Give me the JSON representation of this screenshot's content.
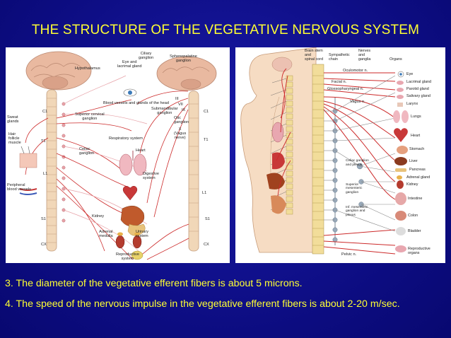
{
  "title": "THE STRUCTURE OF THE VEGETATIVE NERVOUS SYSTEM",
  "left_diagram": {
    "labels": {
      "hypothalamus": "Hypothalamus",
      "eye_lacrimal": "Eye and\nlacrimal gland",
      "ciliary": "Ciliary\nganglion",
      "spheno": "Sphenopalatine\nganglion",
      "iii": "III",
      "vii": "VII",
      "ix": "IX",
      "x": "X",
      "vessels_head": "Blood vessels and glands of the head",
      "submandibular": "Submandibular\nganglion",
      "otic": "Otic\nganglion",
      "vagus": "X\n(Vagus\nnerve)",
      "c1_left": "C1",
      "c1_right": "C1",
      "sweat": "Sweat\nglands",
      "superior_cervical": "Superior cervical\nganglion",
      "respiratory": "Respiratory system",
      "hair": "Hair\nfollicle\nmuscle",
      "t1_left": "T1",
      "t1_right": "T1",
      "heart": "Heart",
      "celiac": "Celiac\nganglion",
      "digestive": "Digestive\nsystem",
      "peripheral": "Peripheral\nblood vessels",
      "l1_left": "L1",
      "l1_right": "L1",
      "kidney": "Kidney",
      "s1_left": "S1",
      "s1_right": "S1",
      "adrenal": "Adrenal\nmedulla",
      "urinary": "Urinary\nsystem",
      "cx_left": "CX",
      "cx_right": "CX",
      "reproductive": "Reproductive\nsystem"
    }
  },
  "right_diagram": {
    "headers": {
      "brain_stem": "Brain stem\nand\nspinal cord",
      "sympathetic": "Sympathetic\nchain",
      "nerves": "Nerves\nand\nganglia",
      "organs": "Organs"
    },
    "nerve_labels": {
      "oculomotor": "Oculomotor n.",
      "facial": "Facial n.",
      "glosso": "Glossopharyngeal n.",
      "vagus": "Vagus n.",
      "celiac_plexus": "Celiac ganglion\nand plexus",
      "sup_mesenteric": "Superior\nmesenteric\nganglion",
      "inf_mesenteric": "Inf. mesenteric\nganglion and\nplexus",
      "pelvic": "Pelvic n."
    },
    "organs": [
      "Eye",
      "Lacrimal gland",
      "Parotid gland",
      "Salivary gland",
      "Larynx",
      "Lungs",
      "Heart",
      "Stomach",
      "Liver",
      "Pancreas",
      "Adrenal gland",
      "Kidney",
      "Intestine",
      "Colon",
      "Bladder",
      "Reproductive\norgans"
    ]
  },
  "facts": [
    "3. The diameter of the vegetative efferent fibers is about 5 microns.",
    "4. The speed of the nervous impulse in the vegetative efferent fibers is about 2-20 m/sec."
  ],
  "colors": {
    "background": "#0c0c80",
    "title_text": "#ffff33",
    "nerve_red": "#cc2a2a",
    "nerve_pink": "#e7a2a8",
    "brain": "#e9b9a0",
    "spine": "#f1d7b8",
    "skin": "#f6dcc3"
  }
}
